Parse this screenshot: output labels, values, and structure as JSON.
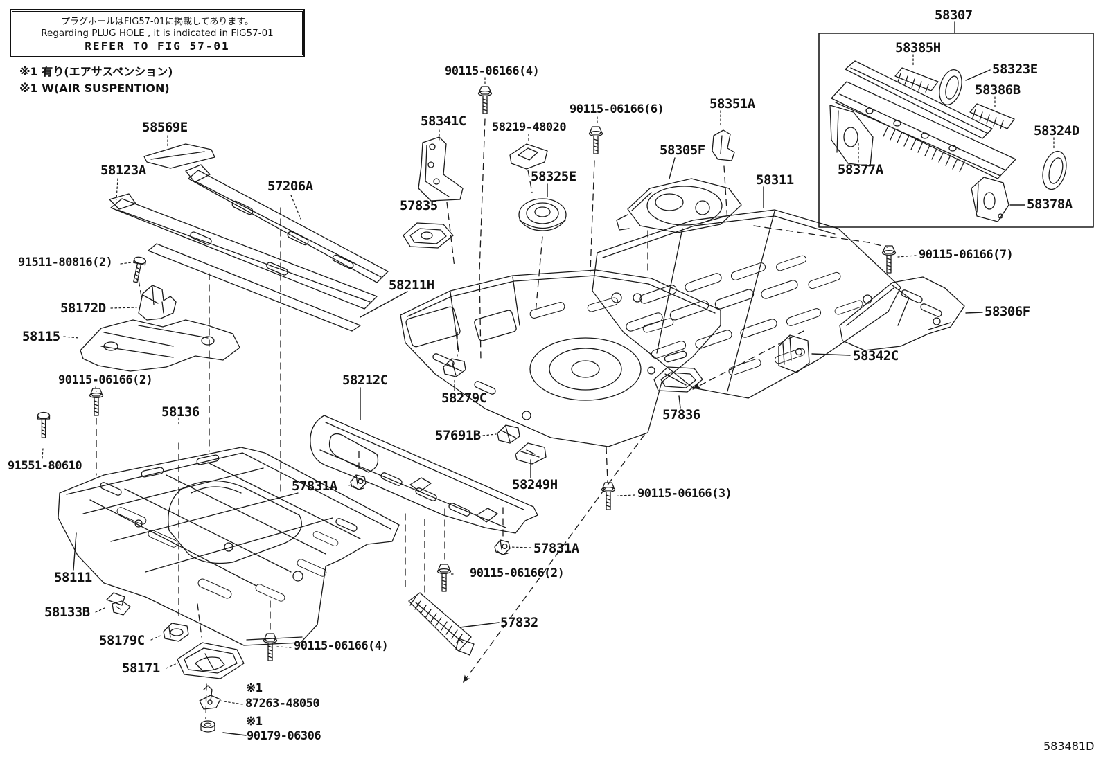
{
  "note_box": {
    "jp": "プラグホールはFIG57-01に掲載してあります。",
    "en": "Regarding PLUG HOLE , it is indicated in FIG57-01",
    "ref": "REFER TO FIG 57-01"
  },
  "footnotes": {
    "line1": "※1 有り(エアサスペンション)",
    "line2": "※1 W(AIR SUSPENTION)"
  },
  "footnote_mark": "※1",
  "diagram_code": "583481D",
  "colors": {
    "line": "#1a1a1a",
    "background": "#ffffff"
  },
  "parts": {
    "n58307": "58307",
    "n58385H": "58385H",
    "n58323E": "58323E",
    "n58386B": "58386B",
    "n58324D": "58324D",
    "n58377A": "58377A",
    "n58378A": "58378A",
    "n58569E": "58569E",
    "n58123A": "58123A",
    "n57206A": "57206A",
    "n58172D": "58172D",
    "n58115": "58115",
    "n58136": "58136",
    "n58111": "58111",
    "n58133B": "58133B",
    "n58179C": "58179C",
    "n58171": "58171",
    "n57832": "57832",
    "n58212C": "58212C",
    "n58211H": "58211H",
    "n58341C": "58341C",
    "n57835": "57835",
    "n58219": "58219-48020",
    "n58325E": "58325E",
    "n58305F": "58305F",
    "n58351A": "58351A",
    "n58311": "58311",
    "n58306F": "58306F",
    "n58342C": "58342C",
    "n57836": "57836",
    "n58279C": "58279C",
    "n57691B": "57691B",
    "n58249H": "58249H",
    "n57831A": "57831A",
    "n90115_2": "90115-06166(2)",
    "n90115_3": "90115-06166(3)",
    "n90115_4": "90115-06166(4)",
    "n90115_6": "90115-06166(6)",
    "n90115_7": "90115-06166(7)",
    "n91511": "91511-80816(2)",
    "n91551": "91551-80610",
    "n87263": "87263-48050",
    "n90179": "90179-06306"
  }
}
